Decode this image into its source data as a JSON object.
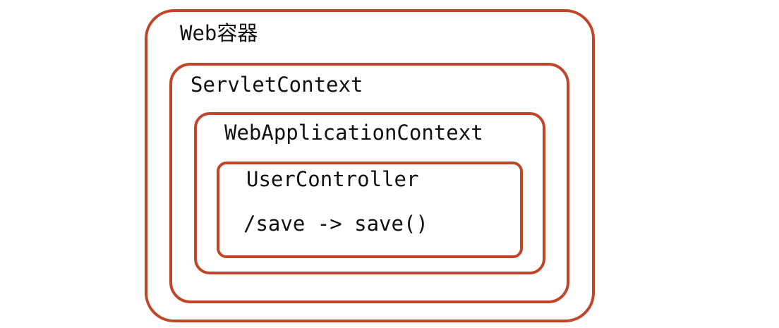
{
  "colors": {
    "box_border": "#c0462a",
    "text": "#111111",
    "background": "#ffffff"
  },
  "diagram": {
    "web_container": {
      "label": "Web容器"
    },
    "servlet_context": {
      "label": "ServletContext"
    },
    "web_application_context": {
      "label": "WebApplicationContext"
    },
    "user_controller": {
      "label": "UserController",
      "mapping": "/save -> save()"
    }
  }
}
